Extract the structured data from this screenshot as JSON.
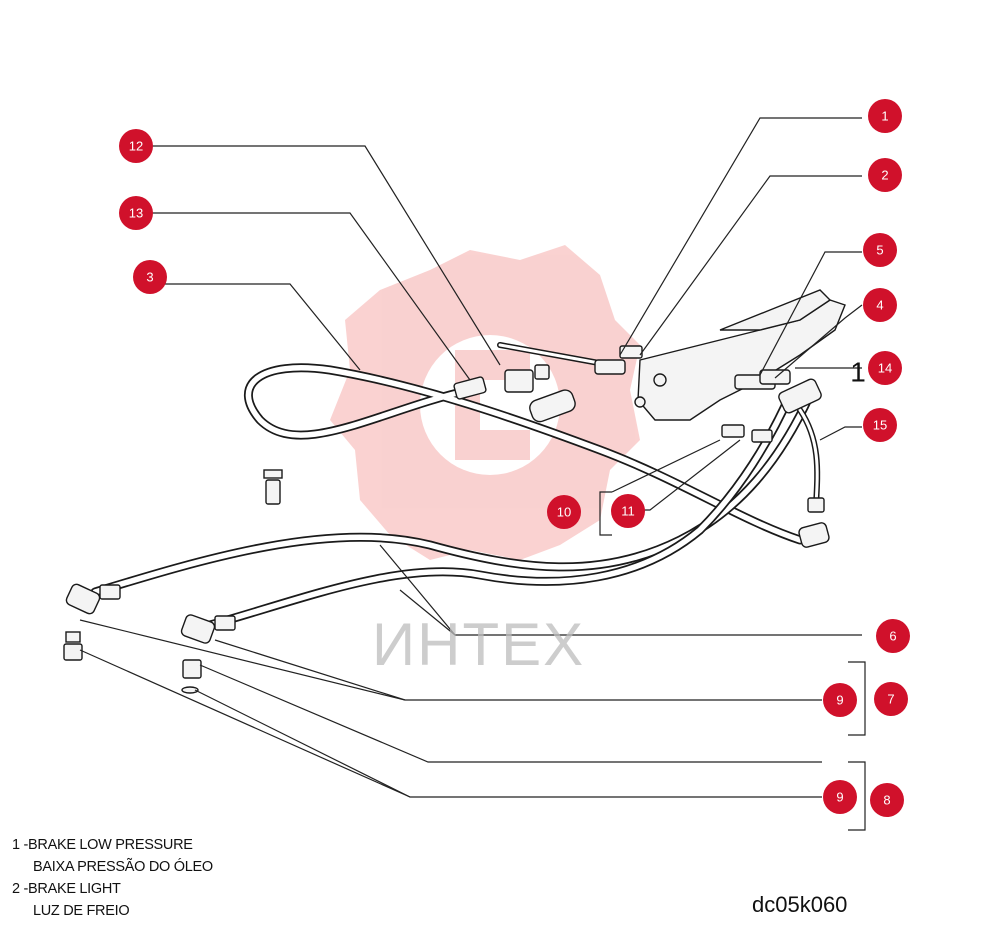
{
  "callouts": [
    "1",
    "2",
    "3",
    "4",
    "5",
    "6",
    "7",
    "8",
    "9",
    "9",
    "10",
    "11",
    "12",
    "13",
    "14",
    "15"
  ],
  "brackets": {
    "b14": "1"
  },
  "legend": [
    {
      "number": "1 -",
      "text_en": "BRAKE LOW PRESSURE",
      "text_pt": "BAIXA PRESSÃO DO ÓLEO"
    },
    {
      "number": "2 -",
      "text_en": "BRAKE LIGHT",
      "text_pt": "LUZ DE FREIO"
    }
  ],
  "drawing_code": "dc05k060",
  "watermark": {
    "text": "ИНТЕХ",
    "color": "#e8322c"
  },
  "colors": {
    "callout": "#d0112b",
    "line": "#1a1a1a"
  }
}
